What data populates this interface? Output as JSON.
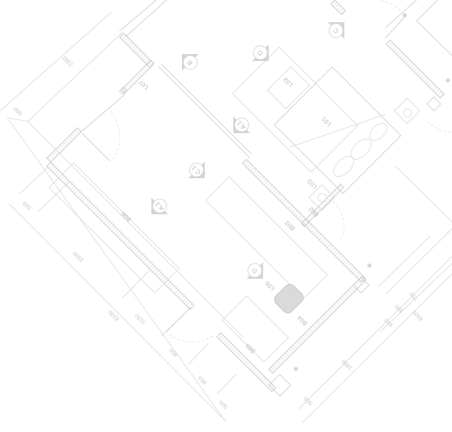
{
  "drawing": {
    "grid_markers": [
      "B",
      "D",
      "C",
      "A.1",
      "C.1",
      "A.2",
      "D"
    ],
    "rooms": [
      "L07",
      "L02",
      "L01",
      "L03",
      "B02",
      "B03",
      "B06",
      "L06",
      "B04",
      "B05"
    ],
    "dimensions": [
      "2350",
      "600",
      "500",
      "2500",
      "6100",
      "1150",
      "800",
      "850",
      "500",
      "750",
      "100",
      "6500",
      "600",
      "1800",
      "500"
    ]
  },
  "colors": {
    "line": "#dcdcdc",
    "hatch": "#cccccc",
    "text": "#b8b8b8"
  }
}
